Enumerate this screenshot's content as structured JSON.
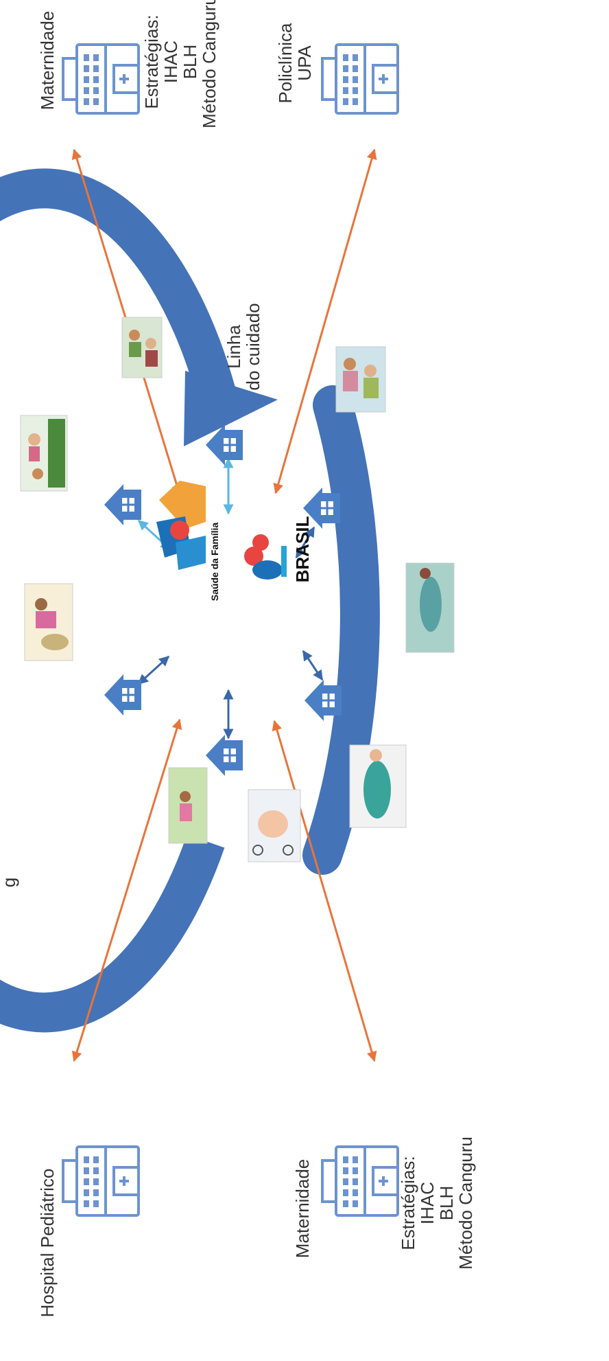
{
  "labels": {
    "title_fragment": "g",
    "center": [
      "Linha",
      "do cuidado"
    ],
    "top_left_facility": "Maternidade",
    "top_left_strategies": [
      "Estratégias:",
      "IHAC",
      "BLH",
      "Método Canguru"
    ],
    "top_right_facility": [
      "Policlínica",
      "UPA"
    ],
    "bottom_left_facility": "Hospital Pediátrico",
    "bottom_right_facility": "Maternidade",
    "bottom_right_strategies": [
      "Estratégias:",
      "IHAC",
      "BLH",
      "Método Canguru"
    ]
  },
  "logos": {
    "saude_familia": "Saúde da Família",
    "brasil": "BRASIL"
  },
  "icons": {
    "house": "house-icon",
    "hospital": "hospital-building-icon",
    "photo": "illustration-photo"
  },
  "colors": {
    "ring": "#4473b8",
    "orange_arrow": "#e8743b",
    "light_blue_arrow": "#5bb8e0",
    "dark_blue_arrow": "#3a68a8",
    "building": "#6d93cf"
  }
}
